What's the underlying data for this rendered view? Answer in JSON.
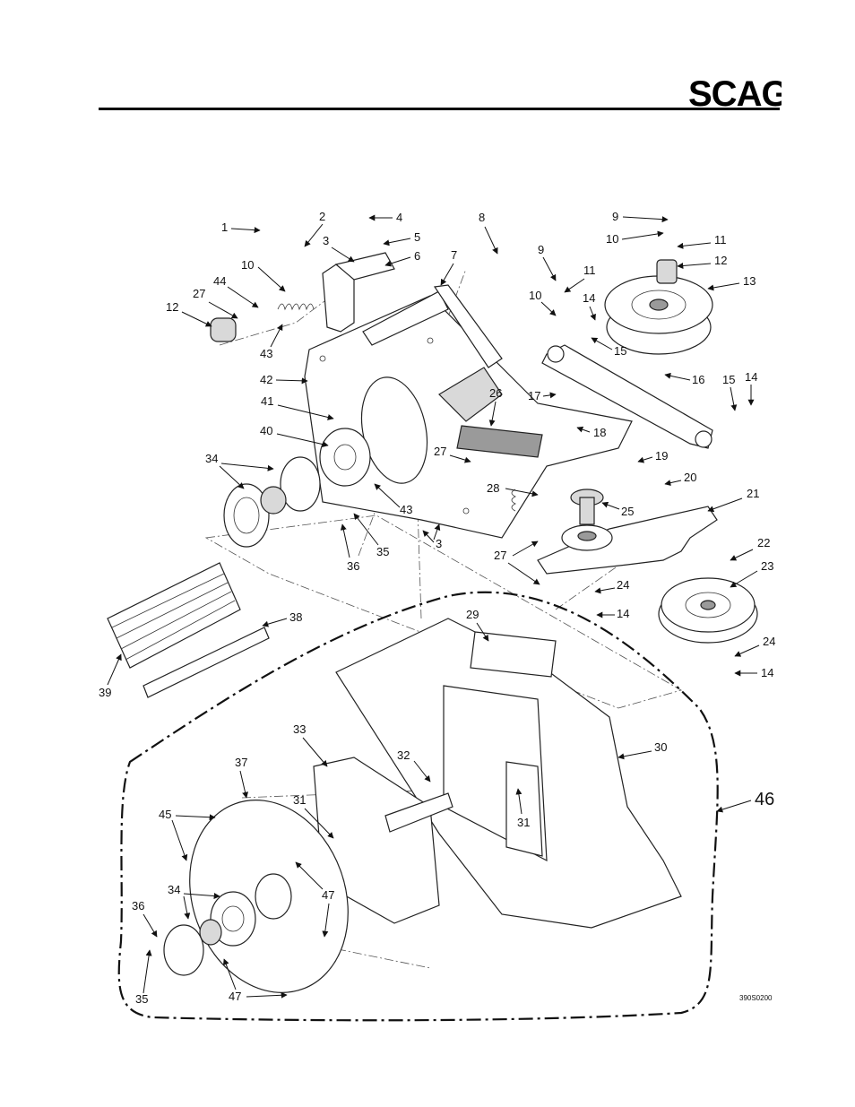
{
  "header": {
    "brand": "SCAG"
  },
  "diagram": {
    "callouts": [
      "1",
      "2",
      "3",
      "4",
      "5",
      "6",
      "7",
      "8",
      "9",
      "10",
      "11",
      "12",
      "13",
      "14",
      "15",
      "16",
      "17",
      "18",
      "19",
      "20",
      "21",
      "22",
      "23",
      "24",
      "25",
      "26",
      "27",
      "28",
      "29",
      "30",
      "31",
      "32",
      "33",
      "34",
      "35",
      "36",
      "37",
      "38",
      "39",
      "40",
      "41",
      "42",
      "43",
      "44",
      "45",
      "46",
      "47"
    ],
    "assembly_callout": "46",
    "figure_code": "390S0200"
  }
}
